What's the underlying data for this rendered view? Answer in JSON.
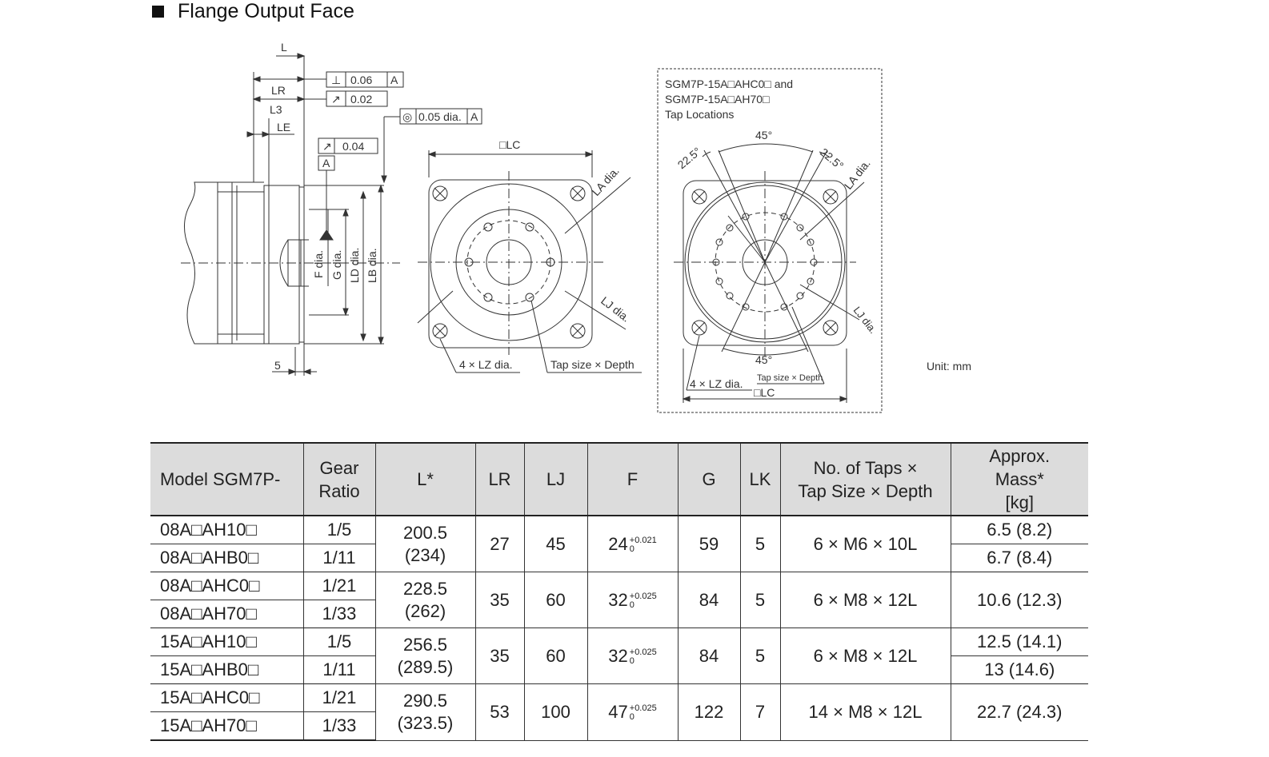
{
  "heading": {
    "title": "Flange Output Face"
  },
  "drawing": {
    "side": {
      "L": "L",
      "LR": "LR",
      "L3": "L3",
      "LE": "LE",
      "five": "5",
      "perp_sym": "⊥",
      "perp_val": "0.06",
      "datum_a": "A",
      "runout_sym": "↗",
      "runout_val": "0.02",
      "conc_sym": "◎",
      "conc_val": "0.05 dia.",
      "runout2_val": "0.04",
      "F": "F dia.",
      "G": "G dia.",
      "LD": "LD dia.",
      "LB": "LB dia."
    },
    "front": {
      "LC": "□LC",
      "LA": "LA dia.",
      "LJ": "LJ dia.",
      "LZ": "4 × LZ dia.",
      "tap": "Tap size × Depth"
    },
    "detail": {
      "line1": "SGM7P-15A□AHC0□ and",
      "line2": "SGM7P-15A□AH70□",
      "line3": "Tap Locations",
      "deg45": "45°",
      "deg225a": "22.5°",
      "deg225b": "22.5°",
      "deg45b": "45°",
      "LA": "LA dia.",
      "LJ": "LJ dia.",
      "LZ": "4 × LZ dia.",
      "tap": "Tap size × Depth",
      "LC": "□LC"
    },
    "unit": "Unit: mm"
  },
  "table": {
    "headers": {
      "model": "Model SGM7P-",
      "gear_1": "Gear",
      "gear_2": "Ratio",
      "L": "L*",
      "LR": "LR",
      "LJ": "LJ",
      "F": "F",
      "G": "G",
      "LK": "LK",
      "taps_1": "No. of Taps ×",
      "taps_2": "Tap Size × Depth",
      "mass_1": "Approx.",
      "mass_2": "Mass*",
      "mass_3": "[kg]"
    },
    "groups": [
      {
        "models": [
          "08A□AH10□",
          "08A□AHB0□"
        ],
        "ratios": [
          "1/5",
          "1/11"
        ],
        "L_1": "200.5",
        "L_2": "(234)",
        "LR": "27",
        "LJ": "45",
        "F": "24",
        "F_up": "+0.021",
        "F_lo": "0",
        "G": "59",
        "LK": "5",
        "taps": "6 × M6 × 10L",
        "mass": [
          "6.5 (8.2)",
          "6.7 (8.4)"
        ]
      },
      {
        "models": [
          "08A□AHC0□",
          "08A□AH70□"
        ],
        "ratios": [
          "1/21",
          "1/33"
        ],
        "L_1": "228.5",
        "L_2": "(262)",
        "LR": "35",
        "LJ": "60",
        "F": "32",
        "F_up": "+0.025",
        "F_lo": "0",
        "G": "84",
        "LK": "5",
        "taps": "6 × M8 × 12L",
        "mass_single": "10.6 (12.3)"
      },
      {
        "models": [
          "15A□AH10□",
          "15A□AHB0□"
        ],
        "ratios": [
          "1/5",
          "1/11"
        ],
        "L_1": "256.5",
        "L_2": "(289.5)",
        "LR": "35",
        "LJ": "60",
        "F": "32",
        "F_up": "+0.025",
        "F_lo": "0",
        "G": "84",
        "LK": "5",
        "taps": "6 × M8 × 12L",
        "mass": [
          "12.5 (14.1)",
          "13 (14.6)"
        ]
      },
      {
        "models": [
          "15A□AHC0□",
          "15A□AH70□"
        ],
        "ratios": [
          "1/21",
          "1/33"
        ],
        "L_1": "290.5",
        "L_2": "(323.5)",
        "LR": "53",
        "LJ": "100",
        "F": "47",
        "F_up": "+0.025",
        "F_lo": "0",
        "G": "122",
        "LK": "7",
        "taps": "14 × M8 × 12L",
        "mass_single": "22.7 (24.3)"
      }
    ]
  }
}
